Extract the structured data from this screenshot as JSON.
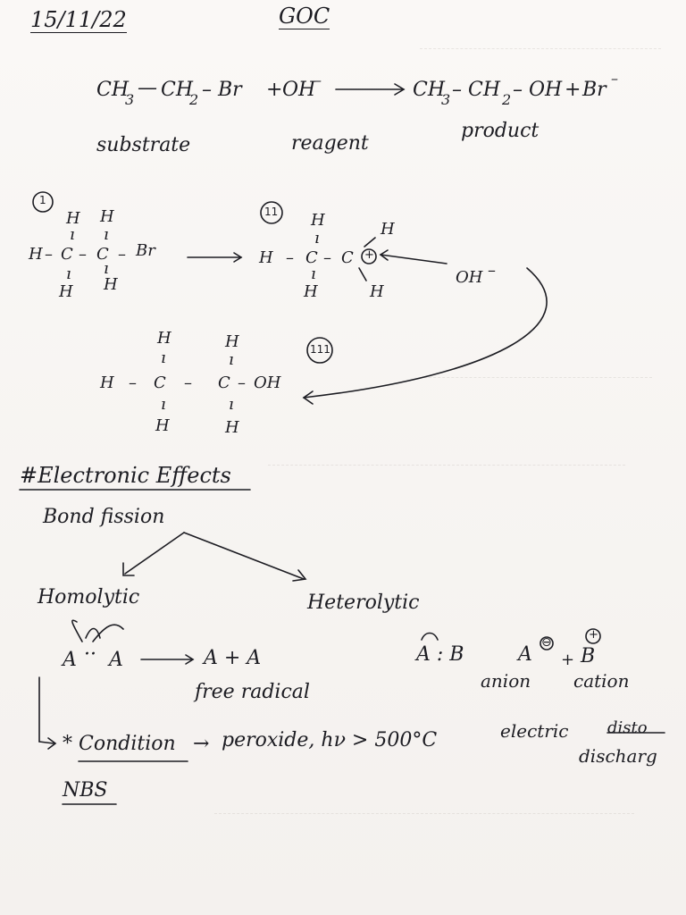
{
  "date": "15/11/22",
  "topic": "GOC",
  "reaction": {
    "sub_ch3": "CH",
    "sub_3": "3",
    "sub_dash1": "—",
    "sub_ch2": "CH",
    "sub_2": "2",
    "sub_br": "– Br",
    "plus1": "+",
    "oh": "OH",
    "oh_minus": "–",
    "prod_ch3": "CH",
    "prod_3": "3",
    "prod_ch2": "– CH",
    "prod_2": "2",
    "prod_oh": "– OH",
    "plus2": "+",
    "br": "Br",
    "br_minus": "–"
  },
  "labels": {
    "substrate": "substrate",
    "reagent": "reagent",
    "product": "product"
  },
  "mechanism": {
    "step1": "1",
    "step2": "11",
    "step3": "111",
    "h": "H",
    "c": "C",
    "dash": "–",
    "br": "Br",
    "oh": "OH",
    "oh_minus": "–",
    "plus": "+",
    "bond": "ı"
  },
  "electronic": {
    "heading": "#Electronic Effects",
    "bond_fission": "Bond fission",
    "homolytic": "Homolytic",
    "heterolytic": "Heterolytic",
    "homo_A": "A",
    "homo_dots": "··",
    "homo_A2": "A",
    "homo_prod": "A + A",
    "free_radical": "free radical",
    "hetero_AB": "A : B",
    "hetero_anion": "A",
    "minus": "⊖",
    "plus_and": "+",
    "hetero_cation": "B",
    "plus_circle": "+",
    "anion": "anion",
    "cation": "cation",
    "condition_label": "* Condition",
    "condition_arrow": "→",
    "condition_text": "peroxide, hν > 500°C",
    "electric": "electric",
    "disto": "disto",
    "discharge": "discharg",
    "nbs": "NBS"
  },
  "colors": {
    "ink": "#1c1c22",
    "paper": "#f7f4f2",
    "ghost": "#b9b4b0"
  }
}
